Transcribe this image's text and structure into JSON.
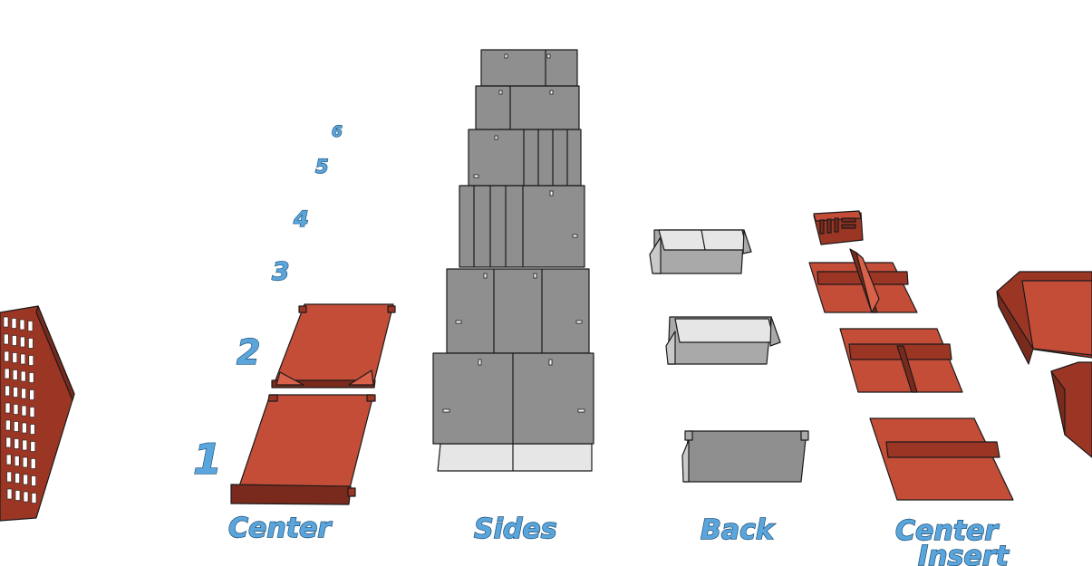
{
  "labels": {
    "center": "Center",
    "sides": "Sides",
    "back": "Back",
    "center_insert_line1": "Center",
    "center_insert_line2": "Insert"
  },
  "numbers": [
    "1",
    "2",
    "3",
    "4",
    "5",
    "6"
  ],
  "colors": {
    "label_fill": "#5aa6dc",
    "label_outline": "#1c4f78",
    "part_red": "#c44d38",
    "part_gray": "#8f8f8f",
    "background": "#ffffff"
  }
}
